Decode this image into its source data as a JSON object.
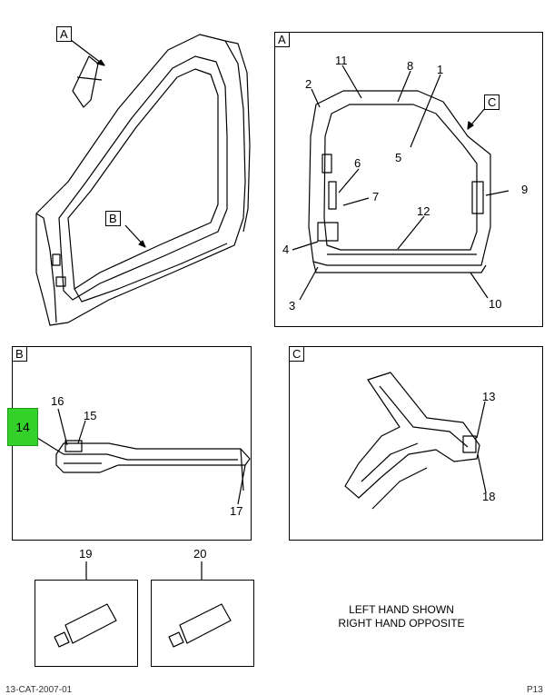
{
  "labels": {
    "A": "A",
    "B": "B",
    "C": "C"
  },
  "callouts": [
    "1",
    "2",
    "3",
    "4",
    "5",
    "6",
    "7",
    "8",
    "9",
    "10",
    "11",
    "12",
    "13",
    "14",
    "15",
    "16",
    "17",
    "18",
    "19",
    "20"
  ],
  "note": {
    "line1": "LEFT HAND SHOWN",
    "line2": "RIGHT HAND OPPOSITE"
  },
  "footer": {
    "left": "13-CAT-2007-01",
    "right": "P13"
  },
  "colors": {
    "highlight": "#34d12b",
    "stroke": "#000000"
  }
}
